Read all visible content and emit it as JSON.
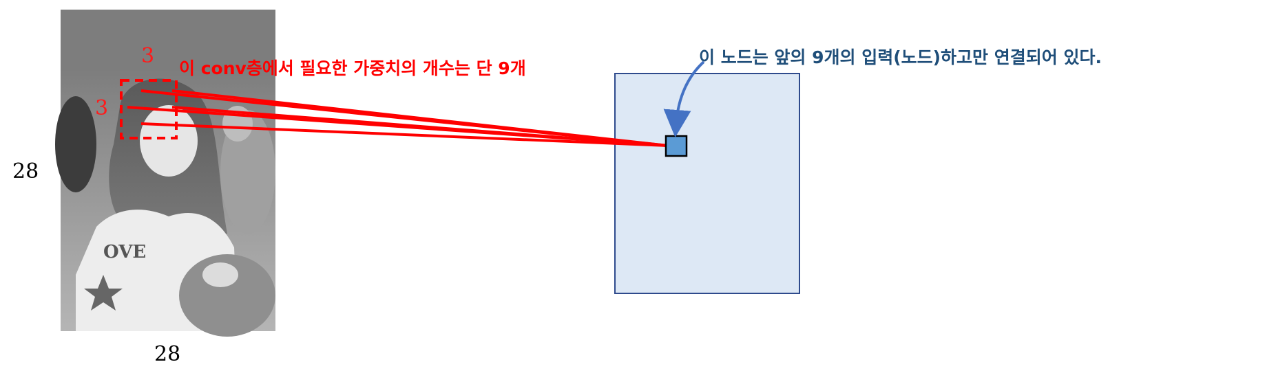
{
  "diagram": {
    "input_image": {
      "height_label": "28",
      "width_label": "28"
    },
    "kernel": {
      "width_label": "3",
      "height_label": "3"
    },
    "captions": {
      "weights": "이 conv층에서 필요한 가중치의 개수는 단 9개",
      "node": "이 노드는 앞의 9개의 입력(노드)하고만 연결되어 있다."
    },
    "colors": {
      "kernel_box": "#ff0000",
      "connection_lines": "#ff0000",
      "feature_map_fill": "#dde8f5",
      "feature_map_border": "#2e4a8c",
      "node_fill": "#5b9bd5",
      "arrow": "#4472c4",
      "node_caption": "#1f4e79",
      "weights_caption": "#ff0000"
    }
  }
}
